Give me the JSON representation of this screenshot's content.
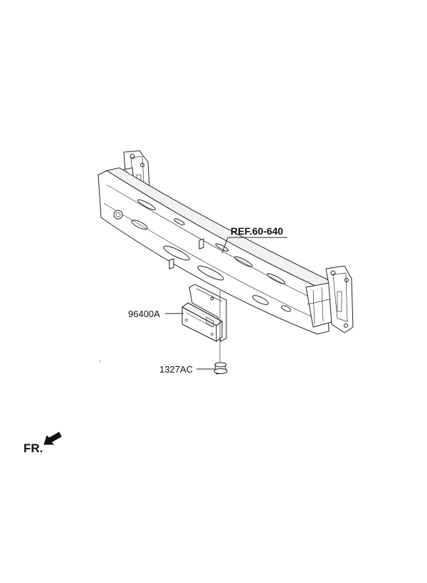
{
  "labels": {
    "ref": "REF.60-640",
    "sensor_part": "96400A",
    "nut_part": "1327AC",
    "front_indicator": "FR."
  },
  "icons": {
    "front_arrow": "arrow-down-left-icon"
  },
  "colors": {
    "line": "#222222",
    "background": "#ffffff"
  }
}
